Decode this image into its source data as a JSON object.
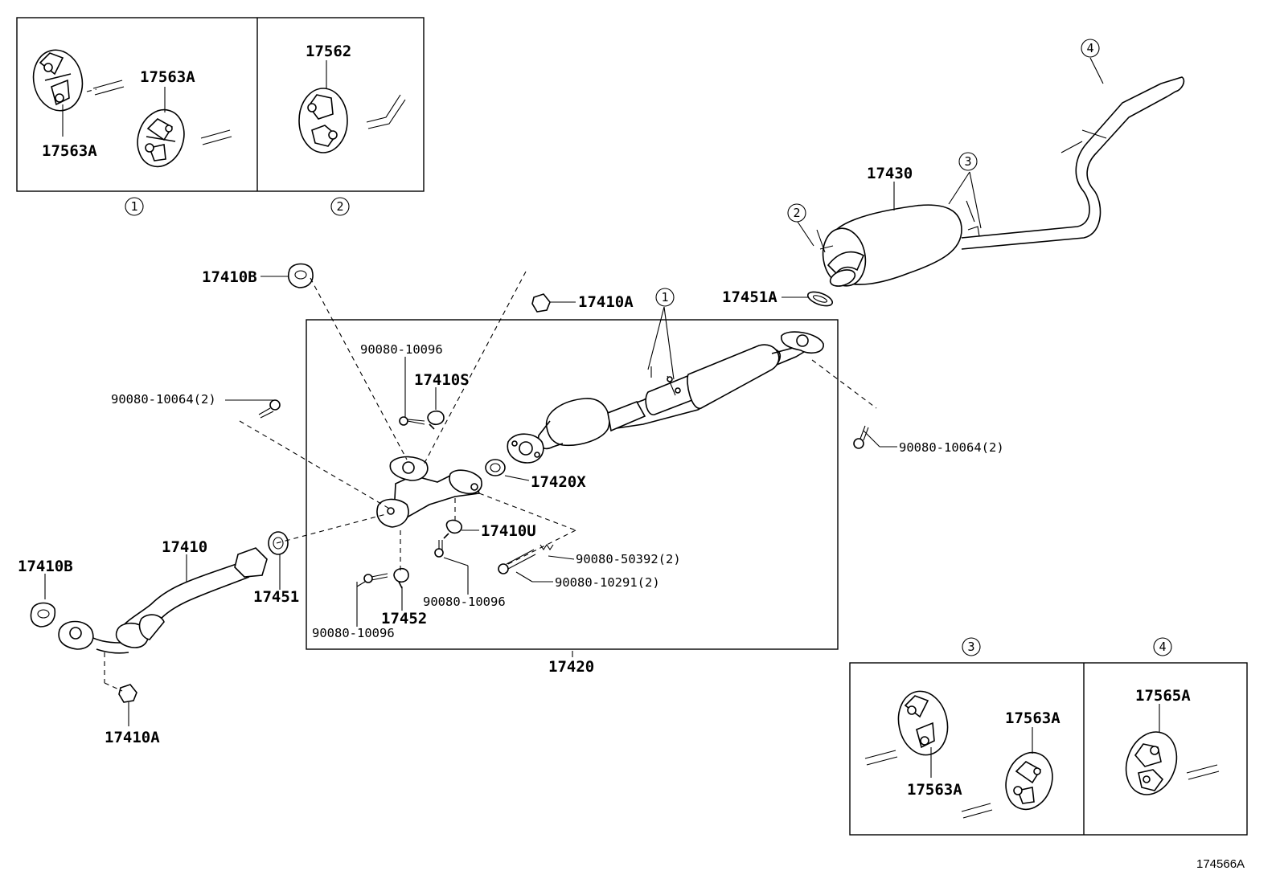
{
  "diagram_id": "174566A",
  "callouts": {
    "c1_box": "1",
    "c2_box": "2",
    "c3_box": "3",
    "c4_box": "4",
    "c1_main": "1",
    "c2_main": "2",
    "c3_main": "3",
    "c4_main": "4"
  },
  "labels": {
    "p17563A_b1_top": "17563A",
    "p17563A_b1_left": "17563A",
    "p17562": "17562",
    "p17410B_top": "17410B",
    "p17410A_top": "17410A",
    "p90080_10096_top": "90080-10096",
    "p17410S": "17410S",
    "p90080_10064_left": "90080-10064(2)",
    "p90080_10064_right": "90080-10064(2)",
    "p17420X": "17420X",
    "p17410U": "17410U",
    "p90080_50392": "90080-50392(2)",
    "p90080_10291": "90080-10291(2)",
    "p90080_10096_mid": "90080-10096",
    "p17452": "17452",
    "p90080_10096_bot": "90080-10096",
    "p17451": "17451",
    "p17410": "17410",
    "p17410B_left": "17410B",
    "p17410A_bot": "17410A",
    "p17420": "17420",
    "p17430": "17430",
    "p17451A": "17451A",
    "p17563A_b3_right": "17563A",
    "p17563A_b3_left": "17563A",
    "p17565A": "17565A"
  }
}
